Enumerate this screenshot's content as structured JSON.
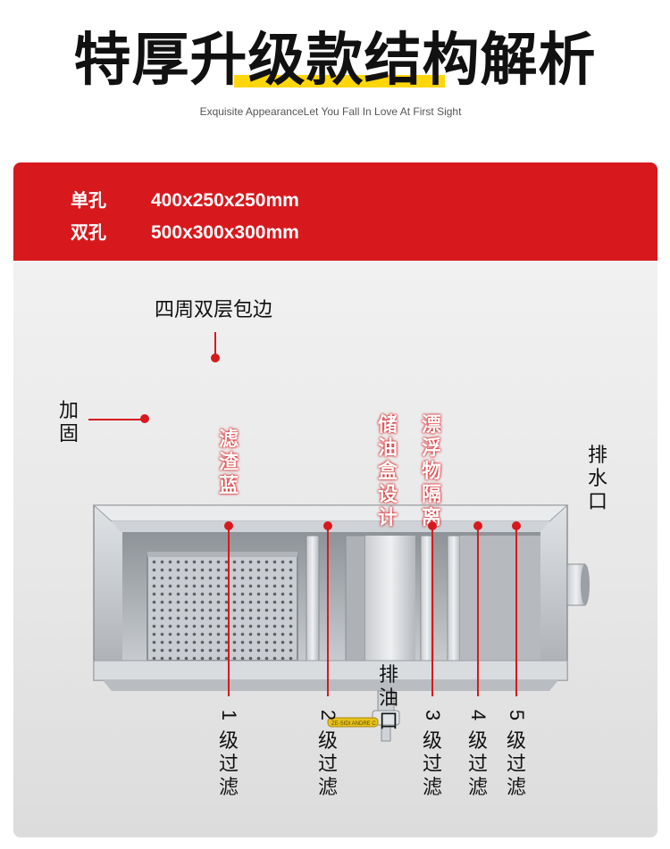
{
  "header": {
    "title": "特厚升级款结构解析",
    "subtitle": "Exquisite AppearanceLet You Fall In Love At First Sight"
  },
  "specs": [
    {
      "label": "单孔",
      "value": "400x250x250mm"
    },
    {
      "label": "双孔",
      "value": "500x300x300mm"
    }
  ],
  "callouts": {
    "edge": "四周双层包边",
    "reinforce": [
      "加",
      "固"
    ],
    "drain_water": [
      "排",
      "水",
      "口"
    ],
    "drain_oil": [
      "排",
      "油",
      "口"
    ],
    "basket": [
      "滤",
      "渣",
      "蓝"
    ],
    "oil_box": [
      "储",
      "油",
      "盒",
      "设",
      "计"
    ],
    "float_sep": [
      "漂",
      "浮",
      "物",
      "隔",
      "离"
    ]
  },
  "filters": [
    {
      "num": "1",
      "chars": [
        "级",
        "过",
        "滤"
      ]
    },
    {
      "num": "2",
      "chars": [
        "级",
        "过",
        "滤"
      ]
    },
    {
      "num": "3",
      "chars": [
        "级",
        "过",
        "滤"
      ]
    },
    {
      "num": "4",
      "chars": [
        "级",
        "过",
        "滤"
      ]
    },
    {
      "num": "5",
      "chars": [
        "级",
        "过",
        "滤"
      ]
    }
  ],
  "valve_text": "ZE-SIDI ANDRE C",
  "colors": {
    "accent_red": "#d7191e",
    "highlight_yellow": "#ffd60a",
    "steel": "#b8bcc0"
  }
}
